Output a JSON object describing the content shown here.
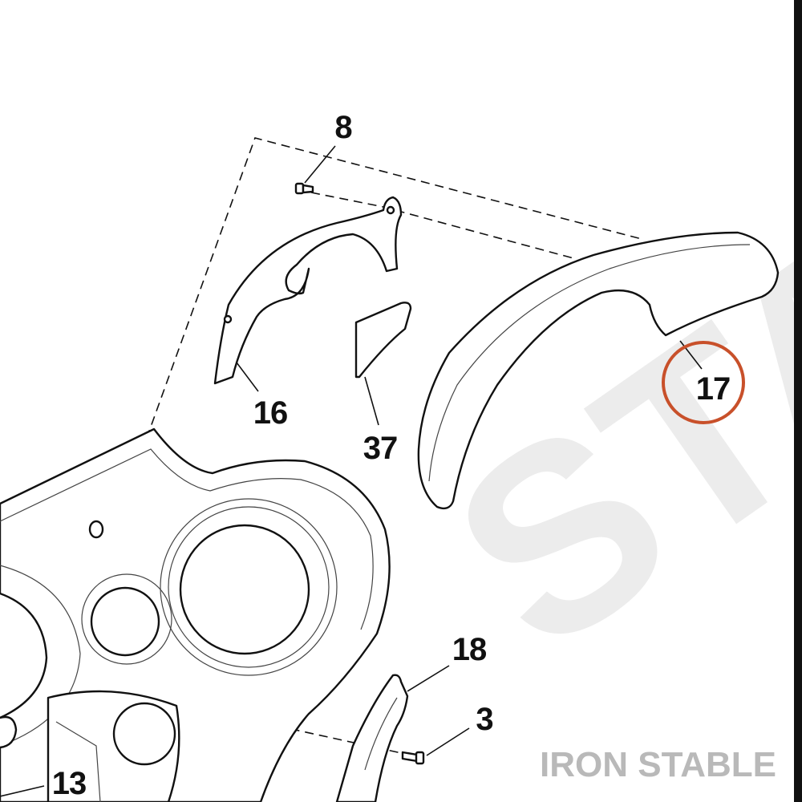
{
  "callouts": {
    "c8": "8",
    "c16": "16",
    "c37": "37",
    "c17": "17",
    "c18": "18",
    "c3": "3",
    "c13": "13"
  },
  "highlight": {
    "target": "17",
    "color": "#c8502a"
  },
  "watermark": {
    "text": "STABLE",
    "color": "#ececec"
  },
  "brand": {
    "text": "IRON STABLE",
    "color": "#b9b9b9"
  }
}
